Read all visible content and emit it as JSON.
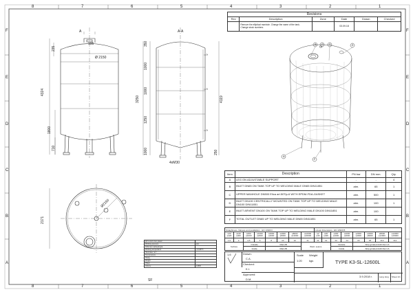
{
  "border": {
    "columns": [
      "1",
      "2",
      "3",
      "4",
      "5",
      "6",
      "7",
      "8"
    ],
    "columns_top": [
      "8",
      "7",
      "6",
      "5",
      "4",
      "3",
      "2",
      "1"
    ],
    "rows": [
      "F",
      "E",
      "D",
      "C",
      "B",
      "A"
    ]
  },
  "views": {
    "front": {
      "section_marker": "A",
      "dimensions": [
        "Ø 2150",
        "4324",
        "1800",
        "710",
        "235",
        "195"
      ]
    },
    "section": {
      "title": "A-A",
      "dimensions": [
        "350",
        "1000",
        "1000",
        "3250",
        "1250",
        "1000",
        "4119",
        "250",
        "4xM30"
      ]
    },
    "top": {
      "dimensions": [
        "2171",
        "Ø2150"
      ]
    },
    "iso": {
      "callouts": [
        "B",
        "C",
        "D",
        "E",
        "A",
        "F"
      ]
    }
  },
  "revisions": {
    "title": "Revisions",
    "headers": [
      "Rev",
      "Description",
      "Zone",
      "Date",
      "Drawn",
      "Checked"
    ],
    "rows": [
      {
        "rev": "",
        "description": "Remove the elliptical manhole. Change the name of the tank.",
        "zone": "",
        "date": "03.09.18",
        "drawn": "",
        "checked": ""
      },
      {
        "rev": "",
        "description": "Change stock numbers.",
        "zone": "",
        "date": "",
        "drawn": "",
        "checked": ""
      }
    ]
  },
  "parts": {
    "headers": [
      "Item",
      "Description",
      "PN bar",
      "DN mm.",
      "Qty."
    ],
    "rows": [
      {
        "item": "A",
        "description": "LEG ON ADJUSTABLE SUPPORT",
        "pn": "-",
        "dn": "-",
        "qty": "4"
      },
      {
        "item": "B",
        "description": "INLET DN65 ON TANK TOP UP TO WELDING MALE DN65 DIN11851",
        "pn": "atm.",
        "dn": "65",
        "qty": "1"
      },
      {
        "item": "C",
        "description": "UPPER MANHOLE DN500 Elica art.50Tip-6 WITH EPDM-FDA-GASKET",
        "pn": "atm.",
        "dn": "500",
        "qty": "1"
      },
      {
        "item": "D",
        "description": "INLET DN100 CENTRICALLY MOUNTED ON TANK TOP UP TO WELDING MALE DN100 DIN11851",
        "pn": "atm.",
        "dn": "100",
        "qty": "1"
      },
      {
        "item": "E",
        "description": "INLET ARVENT DN100 ON TANK TOP UP TO WELDING MALE DN100 DIN11851",
        "pn": "atm.",
        "dn": "100",
        "qty": ""
      },
      {
        "item": "F",
        "description": "TOTAL OUTLET DN65 UP TO WELDING MALE DN65 DIN11851",
        "pn": "atm.",
        "dn": "65",
        "qty": "1"
      }
    ],
    "straightness": "Straightness, flatness and parallelism - EN 13920 F",
    "linear": "Linear dimensions - EN 13920 B",
    "tol_ranges": [
      "≤30 ≤120",
      "≤120 ≤400",
      "≤400 ≤1000",
      "≤1000 ≤2000",
      "≤2000 ≤4000",
      "≤4000 ≤8000",
      "≤8000 ≤12000",
      "≤12000 ≤16000",
      "≤2 ≤30",
      "≤30 ≤400",
      "≤400 ≤1000",
      "≤1000 ≤2000",
      "≤2000 ≤4000",
      "≤4000 ≤8000",
      "≤8000 ≤12000",
      "≤12000 ≤16000"
    ],
    "tol_values": [
      "1,5",
      "3",
      "4,5",
      "6",
      "8",
      "10",
      "12",
      "±1",
      "±1",
      "±2",
      "±3",
      "±4",
      "±6",
      "±8",
      "±10",
      "±12"
    ],
    "surface": {
      "label": "Surface",
      "outside": "Outside",
      "inside": "Inside",
      "matt1": "Matt 2B",
      "matt2": "Matt 2B",
      "weld": "Weld. seams",
      "w_out": "Outside",
      "w_in": "Inside",
      "strip1": "Strip grinded 2x20 Ra<1.6",
      "strip2": "Strip grinded 2x20 Ra<1.6"
    }
  },
  "titleblock": {
    "roughness": "1,6",
    "drawn_label": "Drawn:",
    "drawn_by": "C.A.",
    "checked_label": "Checked:",
    "checked_by": "K.I.",
    "approved_label": "Approved:",
    "approved_by": "D.M.",
    "scale_label": "Scale",
    "scale": "1:20",
    "weight_label": "Weight",
    "weight": "kgs",
    "type": "TYPE K3-SL-12600L",
    "date": "3.9.2018 г.",
    "lang_label": "Lang. Eng",
    "sheet_label": "Sheet 1/1"
  },
  "left_legend": {
    "rows": [
      "Допълнителни данни",
      "Working pressure",
      "Работна температура",
      "Working temperature",
      "Налягане тест",
      "Test pressure",
      "Площ",
      "Weight",
      "Обем",
      "Volume"
    ],
    "values": [
      "",
      "atm",
      "",
      "+2/+80°С",
      "",
      "",
      "",
      "",
      "",
      "12600"
    ],
    "company": "SF"
  }
}
